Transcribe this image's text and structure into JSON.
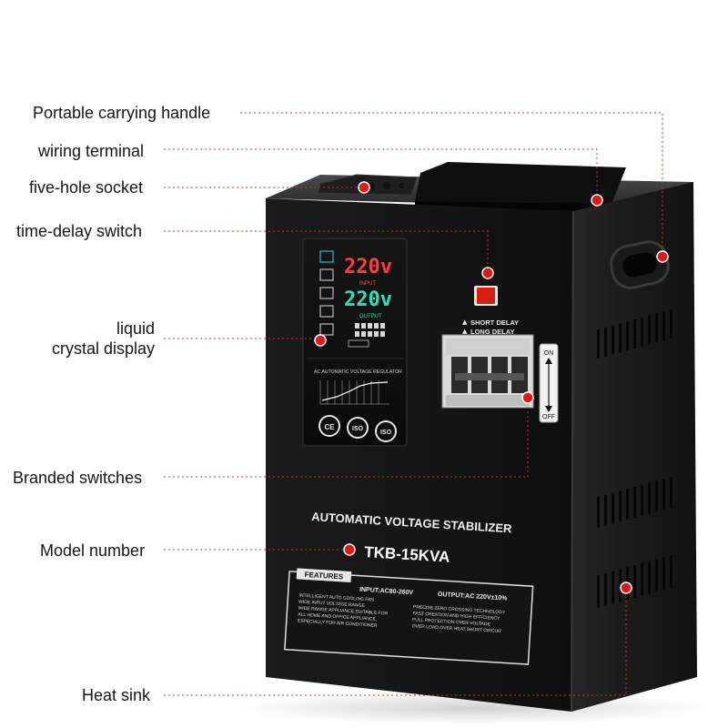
{
  "callouts": {
    "handle": "Portable carrying handle",
    "wiring": "wiring terminal",
    "socket": "five-hole socket",
    "delay_switch": "time-delay switch",
    "lcd_line1": "liquid",
    "lcd_line2": "crystal display",
    "branded": "Branded switches",
    "model": "Model number",
    "heatsink": "Heat sink"
  },
  "device": {
    "display": {
      "input_reading": "220v",
      "input_label": "INPUT",
      "output_reading": "220v",
      "output_label": "OUTPUT",
      "panel_title": "AC AUTOMATIC VOLTAGE REGULATOR",
      "cert_marks": [
        "CE",
        "ISO",
        "ISO"
      ]
    },
    "switch_labels": {
      "short_delay": "SHORT DELAY",
      "long_delay": "LONG DELAY",
      "on": "ON",
      "off": "OFF"
    },
    "product_name": "AUTOMATIC VOLTAGE STABILIZER",
    "model_number": "TKB-15KVA",
    "features": {
      "tag": "FEATURES",
      "input": "INPUT:AC80-260V",
      "output": "OUTPUT:AC 220V±10%",
      "left_items": [
        "INTELLIGENT AUTO COOLING FAN",
        "WIDE INPUT VOLTAGE RANGE",
        "WIDE RANGE APPLIANCE,SUITABLE FOR",
        "ALL HOME AND OFFICE APPLIANCE,",
        "ESPECIALLY FOR AIR CONDITIONER"
      ],
      "right_items": [
        "PRECISE ZERO CROSSING TECHNOLOGY",
        "FAST CREATION AND HIGH EFFICIENCY",
        "FULL PROTECTION:OVER VOLTAGE",
        "OVER LOAD,OVER HEAT,SHORT CIRCUIT"
      ]
    }
  },
  "colors": {
    "leader_line": "#c0392b",
    "marker": "#e01818",
    "body": "#161616",
    "lcd_red": "#ff3b3b",
    "lcd_green": "#2de0b8"
  }
}
